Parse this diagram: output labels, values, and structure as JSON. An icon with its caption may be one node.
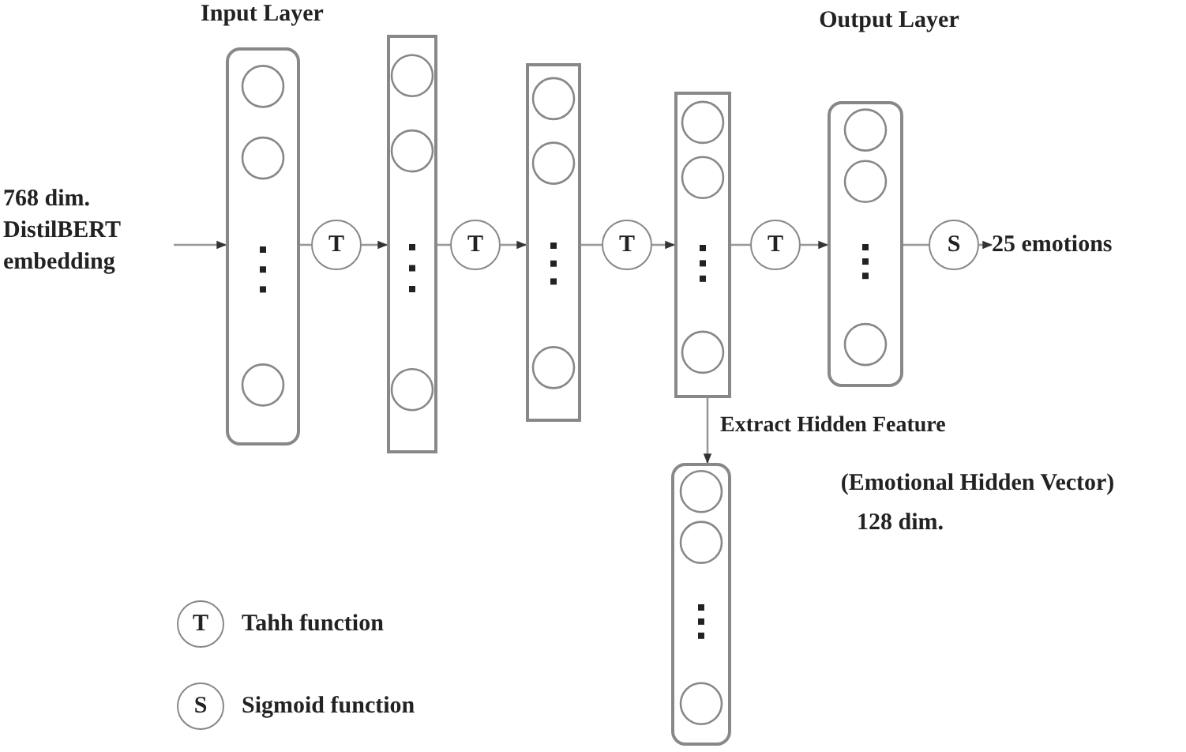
{
  "diagram": {
    "nodes": [
      {
        "text": [
          "768 dim. DistilBERT embedding"
        ]
      },
      {
        "text": [
          "Input Layer"
        ]
      },
      {
        "text": [
          "T"
        ]
      },
      {
        "text": [],
        "shape": "box"
      },
      {
        "text": [
          "T"
        ]
      },
      {
        "text": [],
        "shape": "box"
      },
      {
        "text": [
          "T"
        ]
      },
      {
        "text": [],
        "shape": "box"
      },
      {
        "text": [
          "T"
        ]
      },
      {
        "text": [
          "Output Layer"
        ]
      },
      {
        "text": [
          "S"
        ]
      },
      {
        "text": [
          "25 emotions"
        ]
      },
      {
        "text": [],
        "shape": "box",
        "beside": [
          "(Emotional Hidden Vector)",
          "128 dim."
        ]
      },
      {
        "text": [
          "T"
        ],
        "beside": [
          "Tahh function"
        ]
      },
      {
        "text": [
          "S"
        ],
        "beside": [
          "Sigmoid function"
        ]
      }
    ],
    "edges": [
      {
        "from": 0,
        "to": 1,
        "arrow": "to"
      },
      {
        "from": 1,
        "to": 2,
        "arrow": "none"
      },
      {
        "from": 2,
        "to": 3,
        "arrow": "to"
      },
      {
        "from": 3,
        "to": 4,
        "arrow": "none"
      },
      {
        "from": 4,
        "to": 5,
        "arrow": "to"
      },
      {
        "from": 5,
        "to": 6,
        "arrow": "none"
      },
      {
        "from": 6,
        "to": 7,
        "arrow": "to"
      },
      {
        "from": 7,
        "to": 8,
        "arrow": "none"
      },
      {
        "from": 8,
        "to": 9,
        "arrow": "to"
      },
      {
        "from": 9,
        "to": 10,
        "arrow": "none"
      },
      {
        "from": 10,
        "to": 11,
        "arrow": "to"
      },
      {
        "from": 7,
        "to": 12,
        "arrow": "to",
        "label": "Extract Hidden Feature"
      }
    ]
  }
}
